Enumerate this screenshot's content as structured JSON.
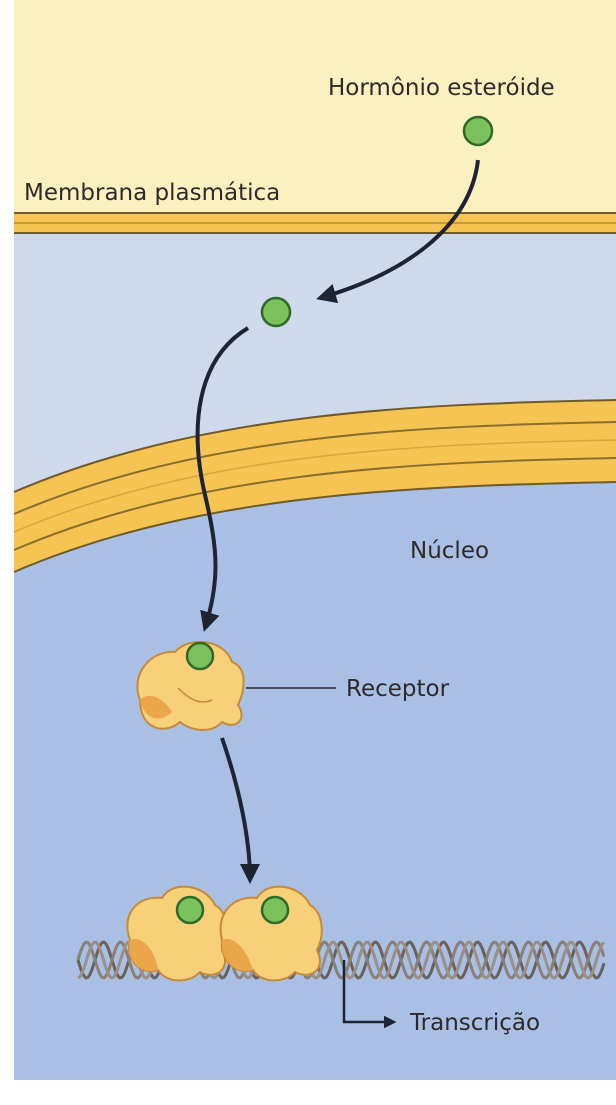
{
  "labels": {
    "hormone": "Hormônio esteróide",
    "membrane": "Membrana plasmática",
    "nucleus": "Núcleo",
    "receptor": "Receptor",
    "transcription": "Transcrição"
  },
  "colors": {
    "outside": "#fbf1c0",
    "cytoplasm": "#cfd9ec",
    "nucleoplasm": "#a9c0e4",
    "membrane_fill": "#f5c453",
    "membrane_edge": "#6f5a2a",
    "hormone_fill": "#7cc25c",
    "hormone_edge": "#2f6a2a",
    "receptor_fill": "#f8d07a",
    "receptor_shade": "#eba64a",
    "arrow": "#1f2433",
    "dna": "#6a625a"
  }
}
